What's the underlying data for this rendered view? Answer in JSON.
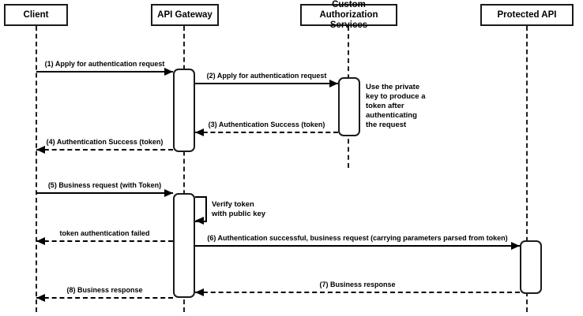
{
  "actors": [
    {
      "id": "client",
      "label": "Client"
    },
    {
      "id": "api-gateway",
      "label": "API Gateway"
    },
    {
      "id": "custom-authorization-services",
      "label": "Custom Authorization Services"
    },
    {
      "id": "protected-api",
      "label": "Protected API"
    }
  ],
  "messages": [
    {
      "label": "(1) Apply for authentication request",
      "from": "Client",
      "to": "API Gateway",
      "style": "solid"
    },
    {
      "label": "(2) Apply for authentication request",
      "from": "API Gateway",
      "to": "Custom Authorization Services",
      "style": "solid"
    },
    {
      "label": "(3) Authentication Success (token)",
      "from": "Custom Authorization Services",
      "to": "API Gateway",
      "style": "dashed"
    },
    {
      "label": "(4) Authentication Success (token)",
      "from": "API Gateway",
      "to": "Client",
      "style": "dashed"
    },
    {
      "label": "(5) Business request (with Token)",
      "from": "Client",
      "to": "API Gateway",
      "style": "solid"
    },
    {
      "label": "Verify token\nwith public key",
      "from": "API Gateway",
      "to": "API Gateway",
      "style": "self"
    },
    {
      "label": "token authentication failed",
      "from": "API Gateway",
      "to": "Client",
      "style": "dashed"
    },
    {
      "label": "(6) Authentication successful, business request (carrying parameters parsed from token)",
      "from": "API Gateway",
      "to": "Protected API",
      "style": "solid"
    },
    {
      "label": "(7) Business response",
      "from": "Protected API",
      "to": "API Gateway",
      "style": "dashed"
    },
    {
      "label": "(8) Business response",
      "from": "API Gateway",
      "to": "Client",
      "style": "dashed"
    }
  ],
  "notes": [
    {
      "text": "Use the private\nkey to produce a\ntoken after\nauthenticating\nthe request",
      "attached_to": "Custom Authorization Services"
    }
  ],
  "colors": {
    "line": "#000000",
    "background": "#ffffff",
    "box_border": "#1a1a1a"
  }
}
